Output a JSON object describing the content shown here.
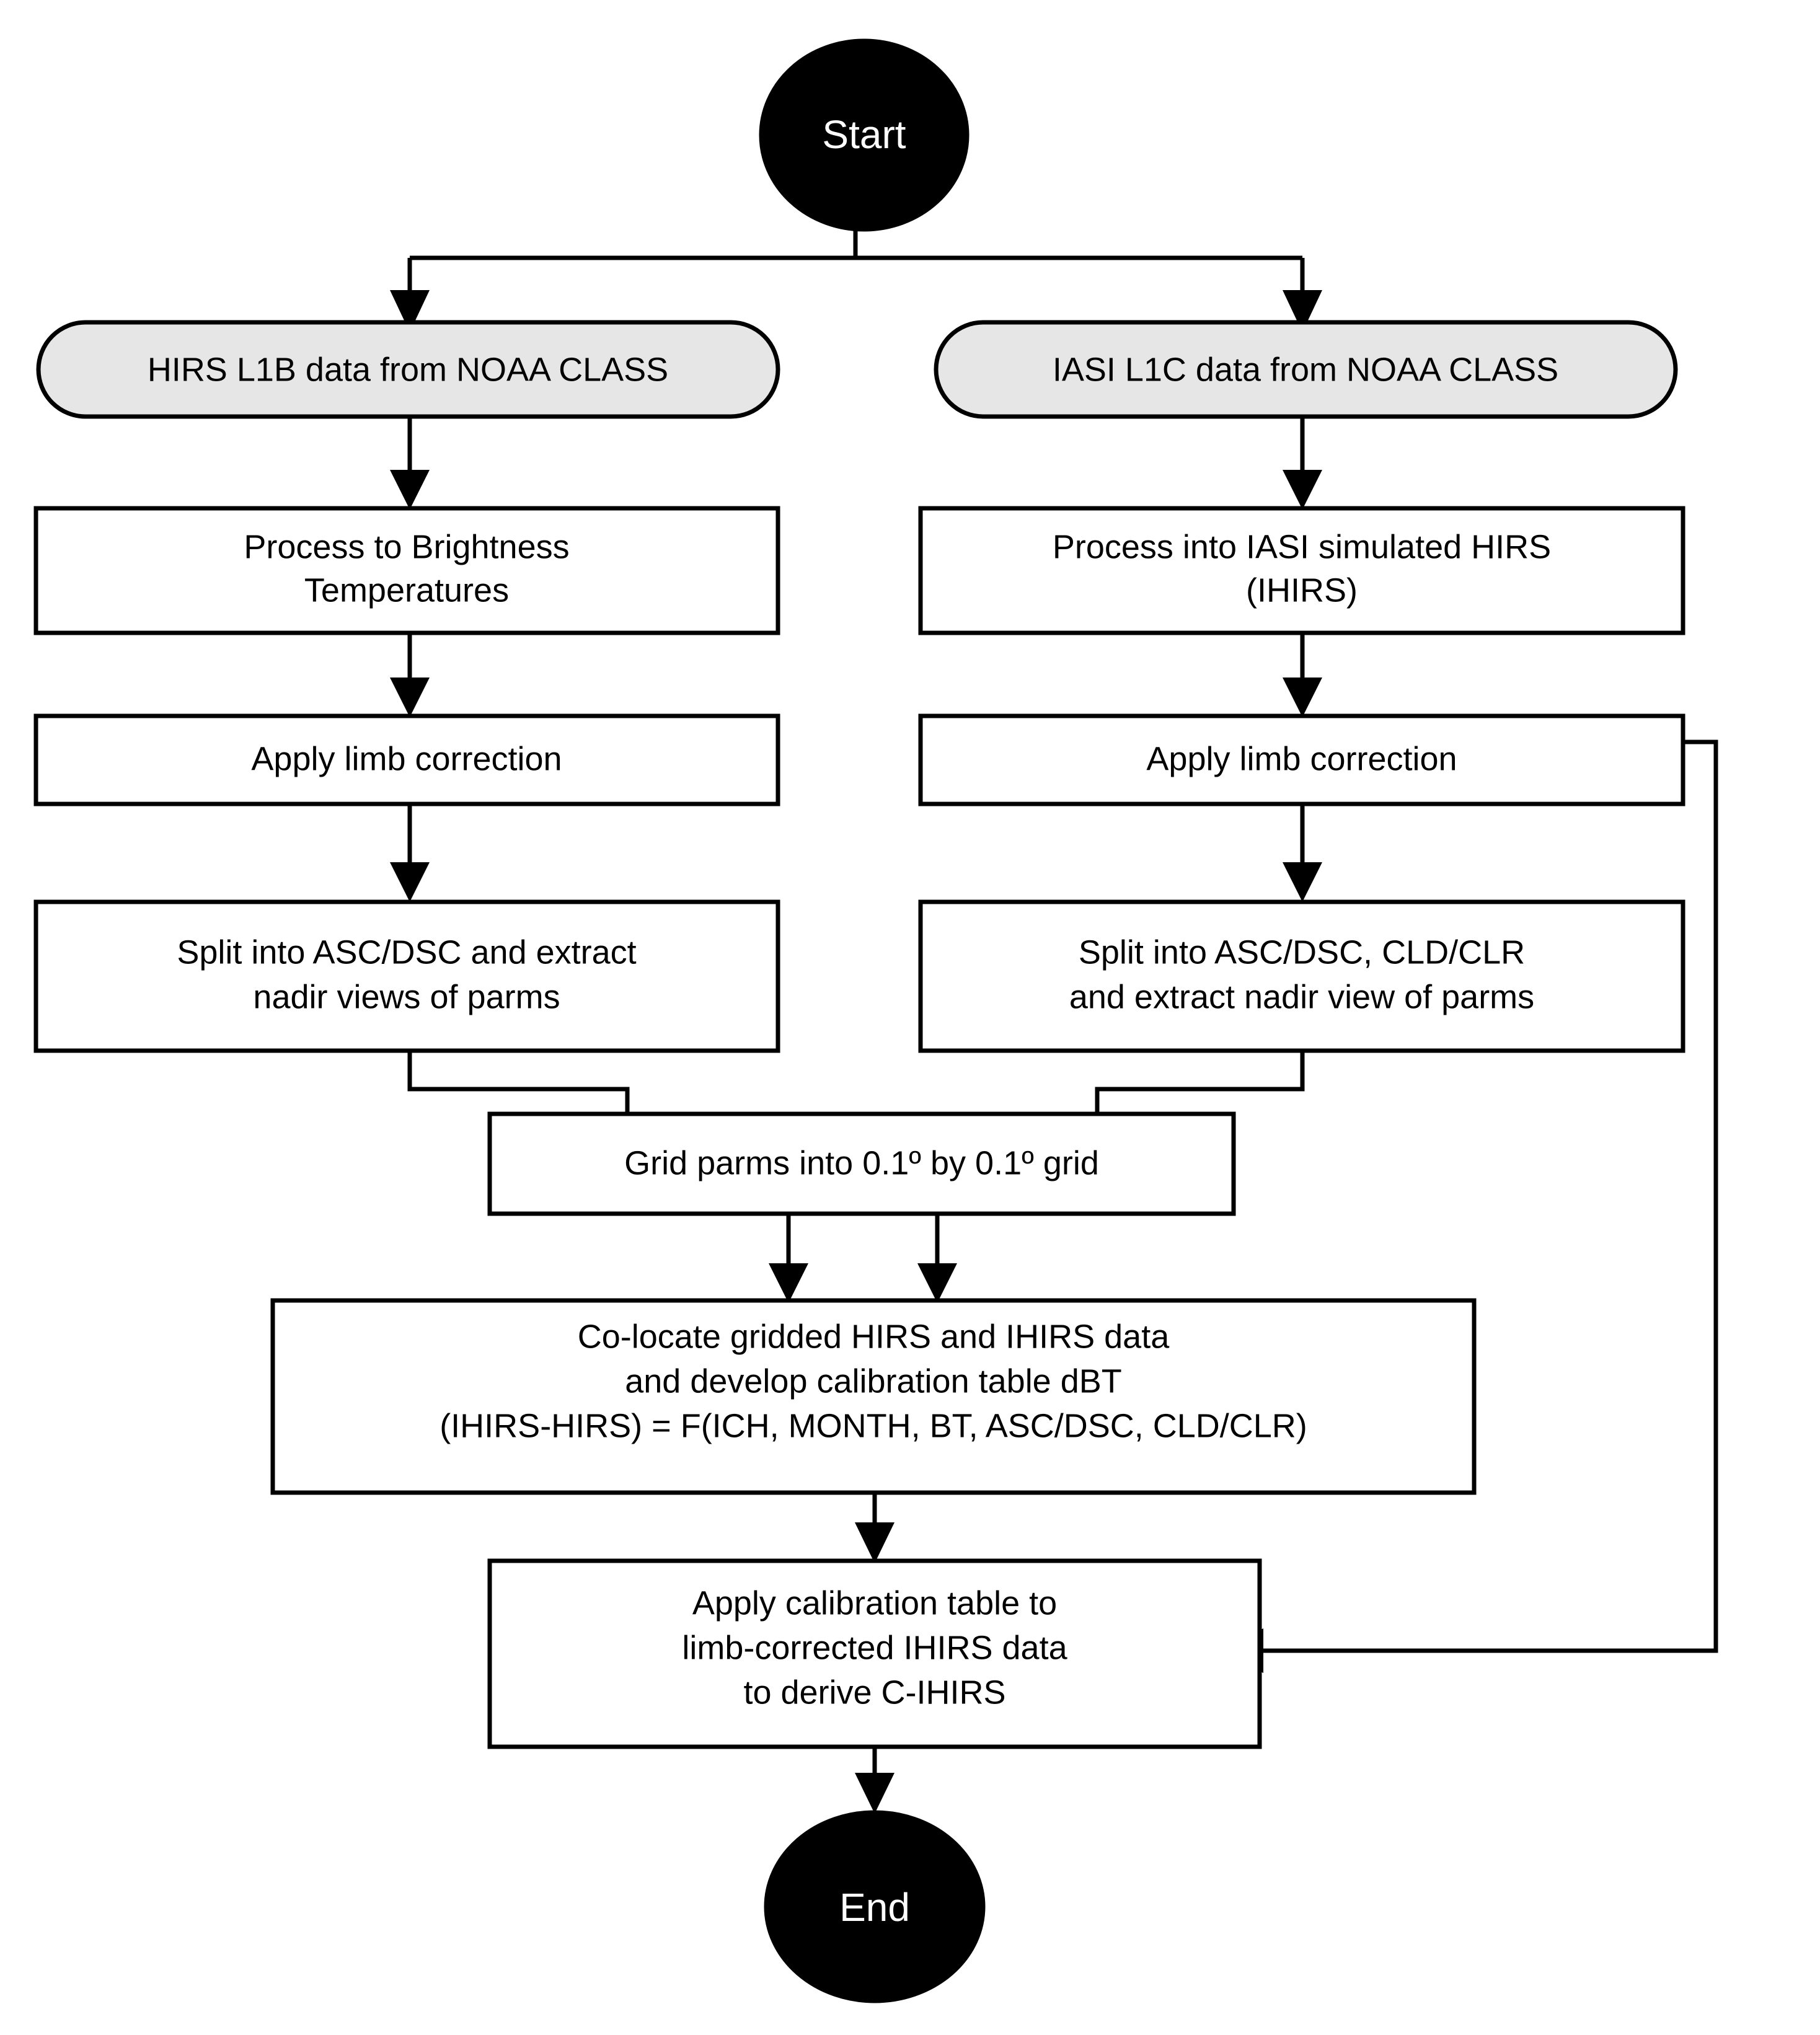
{
  "diagram": {
    "title": "HIRS / IASI inter-calibration processing flowchart",
    "background_color": "#ffffff",
    "line_color": "#000000",
    "terminal_fill": "#000000",
    "terminal_text_color": "#ffffff",
    "io_fill": "#e6e6e6",
    "process_fill": "#ffffff"
  },
  "nodes": {
    "start": {
      "label": "Start",
      "shape": "ellipse"
    },
    "hirs_source": {
      "label": "HIRS L1B data from NOAA CLASS",
      "shape": "rounded-rectangle"
    },
    "iasi_source": {
      "label": "IASI L1C data from NOAA CLASS",
      "shape": "rounded-rectangle"
    },
    "hirs_process": {
      "line1": "Process to Brightness",
      "line2": "Temperatures",
      "shape": "rectangle"
    },
    "iasi_process": {
      "line1": "Process into IASI simulated HIRS",
      "line2": "(IHIRS)",
      "shape": "rectangle"
    },
    "hirs_limb": {
      "label": "Apply limb correction",
      "shape": "rectangle"
    },
    "iasi_limb": {
      "label": "Apply limb correction",
      "shape": "rectangle"
    },
    "hirs_split": {
      "line1": "Split into ASC/DSC and extract",
      "line2": "nadir views of parms",
      "shape": "rectangle"
    },
    "iasi_split": {
      "line1": "Split into ASC/DSC, CLD/CLR",
      "line2": "and extract nadir view of parms",
      "shape": "rectangle"
    },
    "grid": {
      "label": "Grid parms into 0.1º by 0.1º grid",
      "shape": "rectangle"
    },
    "colocate": {
      "line1": "Co-locate gridded HIRS and IHIRS data",
      "line2": "and develop calibration table dBT",
      "line3": "(IHIRS-HIRS) = F(ICH, MONTH, BT, ASC/DSC, CLD/CLR)",
      "shape": "rectangle"
    },
    "apply_cal": {
      "line1": "Apply calibration table to",
      "line2": "limb-corrected IHIRS data",
      "line3": "to derive C-IHIRS",
      "shape": "rectangle"
    },
    "end": {
      "label": "End",
      "shape": "ellipse"
    }
  },
  "edges": [
    {
      "from": "start",
      "to": "hirs_source",
      "type": "split-left"
    },
    {
      "from": "start",
      "to": "iasi_source",
      "type": "split-right"
    },
    {
      "from": "hirs_source",
      "to": "hirs_process",
      "type": "straight-down"
    },
    {
      "from": "iasi_source",
      "to": "iasi_process",
      "type": "straight-down"
    },
    {
      "from": "hirs_process",
      "to": "hirs_limb",
      "type": "straight-down"
    },
    {
      "from": "iasi_process",
      "to": "iasi_limb",
      "type": "straight-down"
    },
    {
      "from": "hirs_limb",
      "to": "hirs_split",
      "type": "straight-down"
    },
    {
      "from": "iasi_limb",
      "to": "iasi_split",
      "type": "straight-down"
    },
    {
      "from": "hirs_split",
      "to": "grid",
      "type": "elbow-right-down"
    },
    {
      "from": "iasi_split",
      "to": "grid",
      "type": "elbow-left-down"
    },
    {
      "from": "grid",
      "to": "colocate",
      "type": "double-down"
    },
    {
      "from": "colocate",
      "to": "apply_cal",
      "type": "straight-down"
    },
    {
      "from": "iasi_limb",
      "to": "apply_cal",
      "type": "feedback-right-loop"
    },
    {
      "from": "apply_cal",
      "to": "end",
      "type": "straight-down"
    }
  ]
}
